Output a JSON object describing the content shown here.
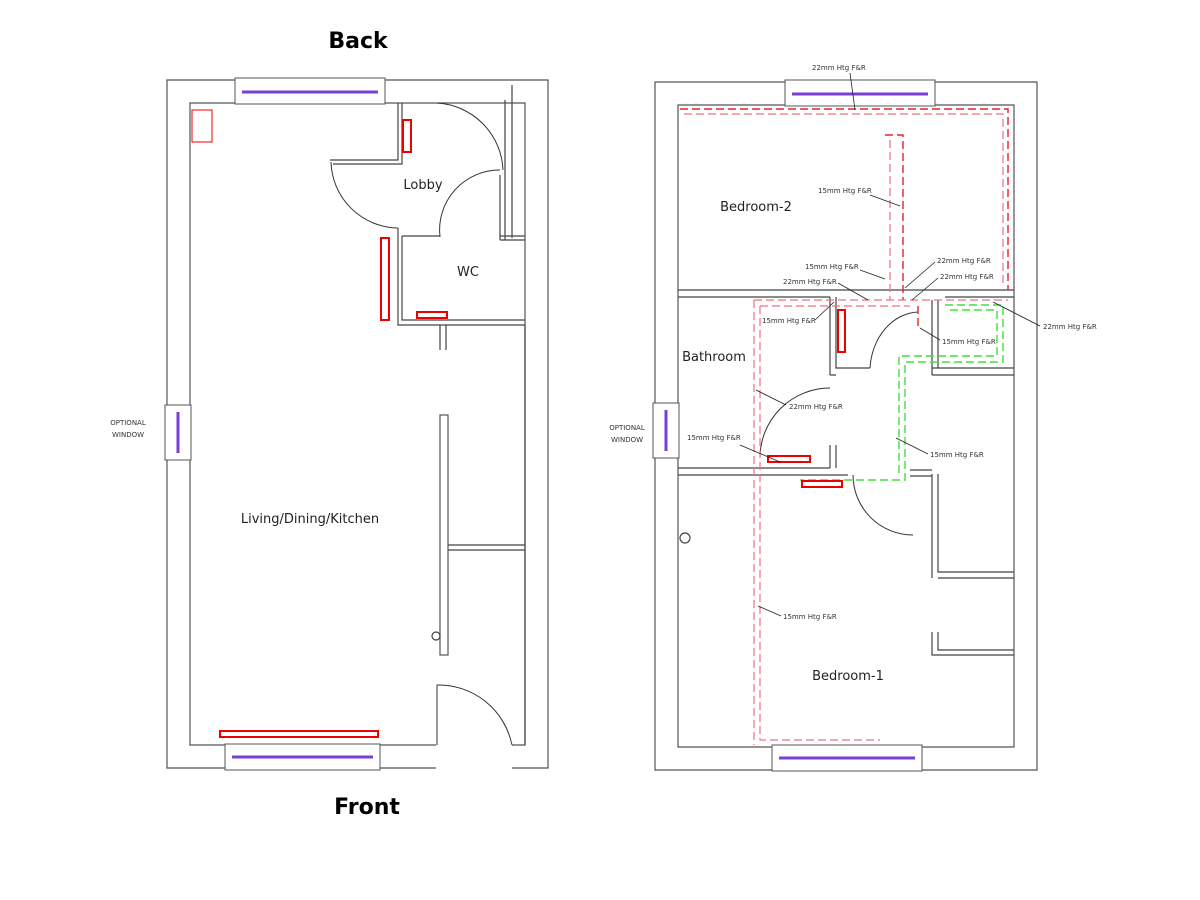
{
  "left_plan": {
    "top_label": "Back",
    "bottom_label": "Front",
    "rooms": {
      "lobby": "Lobby",
      "wc": "WC",
      "living": "Living/Dining/Kitchen"
    },
    "window_note": [
      "OPTIONAL",
      "WINDOW"
    ]
  },
  "right_plan": {
    "rooms": {
      "bedroom2": "Bedroom-2",
      "bathroom": "Bathroom",
      "bedroom1": "Bedroom-1"
    },
    "window_note": [
      "OPTIONAL",
      "WINDOW"
    ],
    "pipe_labels": [
      "22mm Htg F&R",
      "15mm Htg F&R",
      "15mm Htg F&R",
      "22mm Htg F&R",
      "22mm Htg F&R",
      "22mm Htg F&R",
      "15mm Htg F&R",
      "22mm Htg F&R",
      "15mm Htg F&R",
      "22mm Htg F&R",
      "15mm Htg F&R",
      "15mm Htg F&R",
      "15mm Htg F&R"
    ]
  },
  "colors": {
    "flow_return_22mm": "#e8202a",
    "flow_15mm": "#f07080",
    "alt_route": "#40e040",
    "radiator": "#e00000",
    "window_glass": "#7a3fd6"
  }
}
